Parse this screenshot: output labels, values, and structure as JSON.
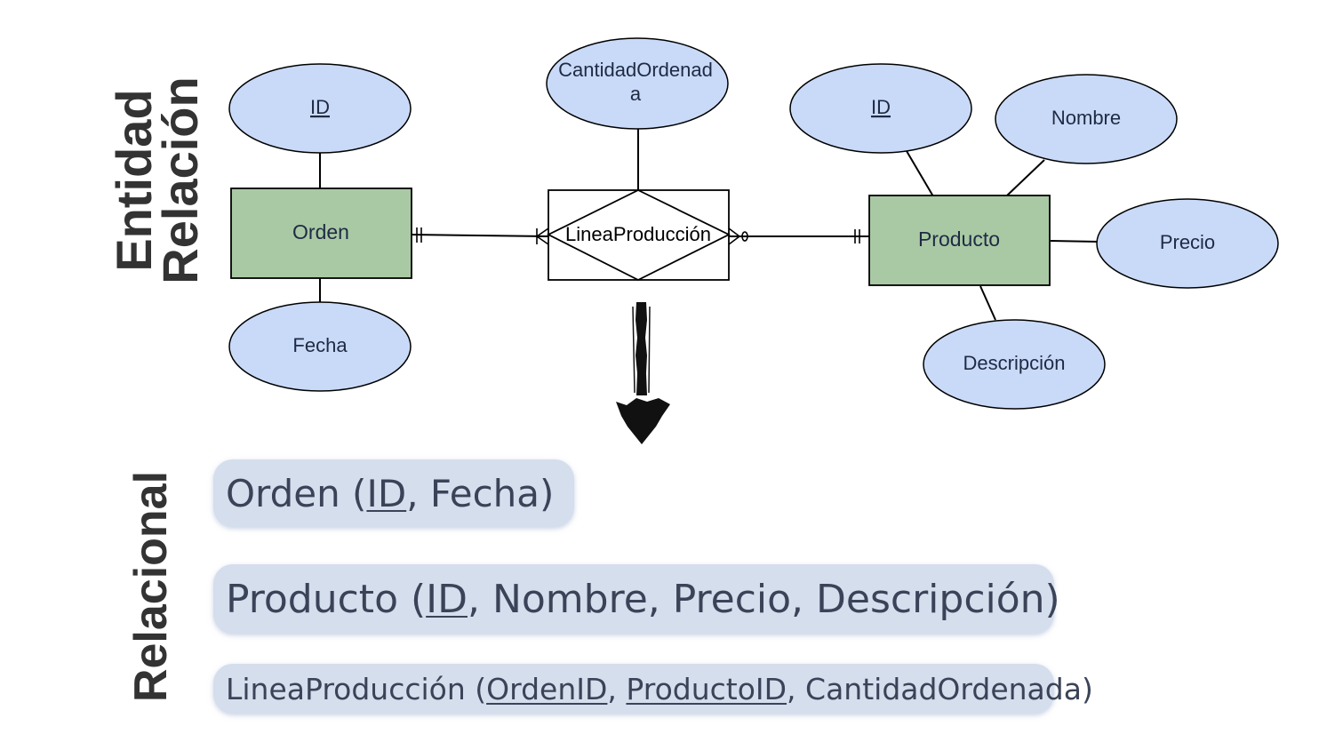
{
  "side_labels": {
    "er_line1": "Entidad",
    "er_line2": "Relación",
    "relacional": "Relacional"
  },
  "diagram": {
    "entities": {
      "orden": "Orden",
      "producto": "Producto"
    },
    "relationship": "LineaProducción",
    "attributes": {
      "orden_id": "ID",
      "orden_fecha": "Fecha",
      "cantidad_line1": "CantidadOrdenad",
      "cantidad_line2": "a",
      "producto_id": "ID",
      "producto_nombre": "Nombre",
      "producto_precio": "Precio",
      "producto_descripcion": "Descripción"
    },
    "colors": {
      "entity_fill": "#a9c9a4",
      "attribute_fill": "#c9daf8",
      "pill_fill": "#d5deed",
      "line": "#000000"
    }
  },
  "relational": {
    "orden": {
      "name": "Orden (",
      "key1": "ID",
      "rest": ", Fecha)"
    },
    "producto": {
      "name": "Producto (",
      "key1": "ID",
      "rest": ", Nombre, Precio, Descripción)"
    },
    "linea": {
      "name": "LineaProducción (",
      "key1": "OrdenID",
      "sep": ", ",
      "key2": "ProductoID",
      "rest": ", CantidadOrdenada)"
    }
  }
}
